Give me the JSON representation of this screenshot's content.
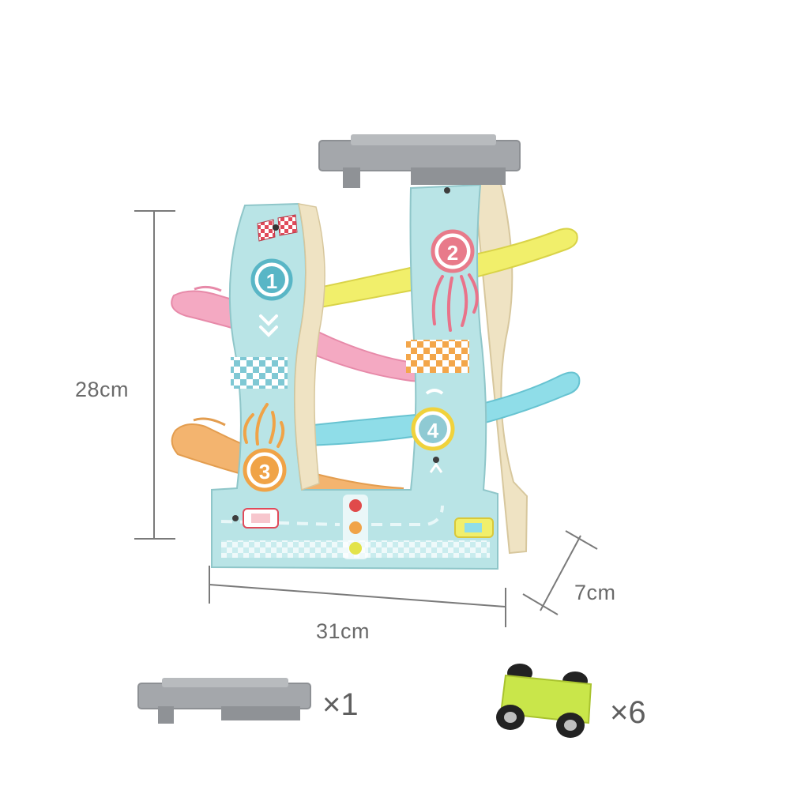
{
  "dimensions": {
    "height_label": "28cm",
    "width_label": "31cm",
    "depth_label": "7cm"
  },
  "accessories": {
    "top_piece_qty": "×1",
    "car_qty": "×6"
  },
  "track_numbers": [
    "1",
    "2",
    "3",
    "4"
  ],
  "colors": {
    "board": "#b9e4e6",
    "pink_track": "#f4a9c2",
    "yellow_track": "#f1ef6b",
    "blue_track": "#8fdde8",
    "orange_track": "#f3b46f",
    "cap_gray": "#a4a7ab",
    "car_green": "#c9e64a"
  }
}
